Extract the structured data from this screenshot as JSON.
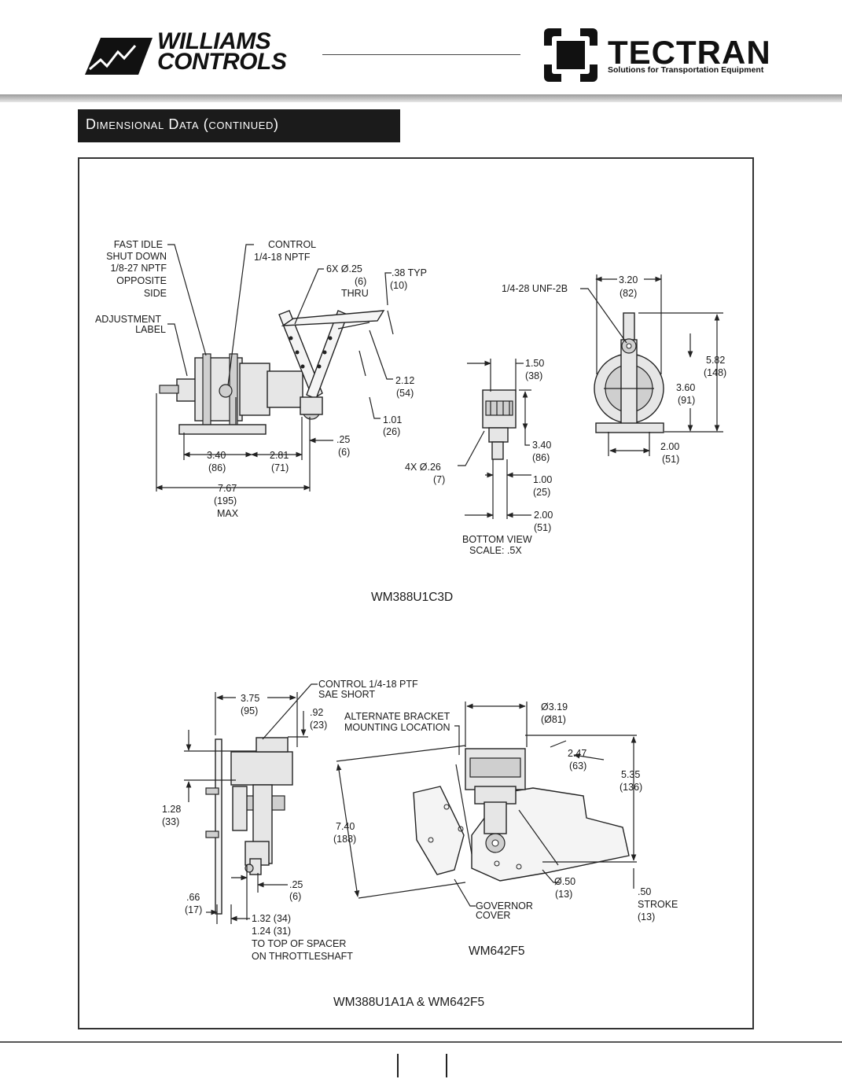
{
  "header": {
    "williams_line1": "WILLIAMS",
    "williams_line2": "CONTROLS",
    "tectran_name": "TECTRAN",
    "tectran_tagline": "Solutions for Transportation Equipment"
  },
  "section_title": "Dimensional Data (continued)",
  "figure1": {
    "caption": "WM388U1C3D",
    "labels": {
      "fast_idle_1": "FAST IDLE",
      "fast_idle_2": "SHUT DOWN",
      "fast_idle_3": "1/8-27 NPTF",
      "fast_idle_4": "OPPOSITE",
      "fast_idle_5": "SIDE",
      "control_1": "CONTROL",
      "control_2": "1/4-18 NPTF",
      "holes_1": "6X Ø.25",
      "holes_2": "(6)",
      "holes_3": "THRU",
      "typ_1": ".38 TYP",
      "typ_2": "(10)",
      "adjust_1": "ADJUSTMENT",
      "adjust_2": "LABEL",
      "d212_1": "2.12",
      "d212_2": "(54)",
      "d101_1": "1.01",
      "d101_2": "(26)",
      "d025_1": ".25",
      "d025_2": "(6)",
      "d340_1": "3.40",
      "d340_2": "(86)",
      "d281_1": "2.81",
      "d281_2": "(71)",
      "d767_1": "7.67",
      "d767_2": "(195)",
      "d767_3": "MAX",
      "b150_1": "1.50",
      "b150_2": "(38)",
      "b340_1": "3.40",
      "b340_2": "(86)",
      "b4x_1": "4X Ø.26",
      "b4x_2": "(7)",
      "b100_1": "1.00",
      "b100_2": "(25)",
      "b200_1": "2.00",
      "b200_2": "(51)",
      "bottom_1": "BOTTOM VIEW",
      "bottom_2": "SCALE: .5X",
      "unf": "1/4-28 UNF-2B",
      "s320_1": "3.20",
      "s320_2": "(82)",
      "s582_1": "5.82",
      "s582_2": "(148)",
      "s360_1": "3.60",
      "s360_2": "(91)",
      "s200_1": "2.00",
      "s200_2": "(51)"
    }
  },
  "figure2": {
    "caption": "WM388U1A1A & WM642F5",
    "subcaption": "WM642F5",
    "labels": {
      "control_1": "CONTROL 1/4-18 PTF",
      "control_2": "SAE SHORT",
      "d375_1": "3.75",
      "d375_2": "(95)",
      "d092_1": ".92",
      "d092_2": "(23)",
      "d128_1": "1.28",
      "d128_2": "(33)",
      "d025_1": ".25",
      "d025_2": "(6)",
      "d066_1": ".66",
      "d066_2": "(17)",
      "d132": "1.32 (34)",
      "d124": "1.24 (31)",
      "spacer_1": "TO TOP OF SPACER",
      "spacer_2": "ON THROTTLESHAFT",
      "alt_1": "ALTERNATE BRACKET",
      "alt_2": "MOUNTING LOCATION",
      "d319_1": "Ø3.19",
      "d319_2": "(Ø81)",
      "d247_1": "2.47",
      "d247_2": "(63)",
      "d535_1": "5.35",
      "d535_2": "(136)",
      "d740_1": "7.40",
      "d740_2": "(188)",
      "d050_1": "Ø.50",
      "d050_2": "(13)",
      "stroke_1": ".50",
      "stroke_2": "STROKE",
      "stroke_3": "(13)",
      "gov_1": "GOVERNOR",
      "gov_2": "COVER"
    }
  }
}
